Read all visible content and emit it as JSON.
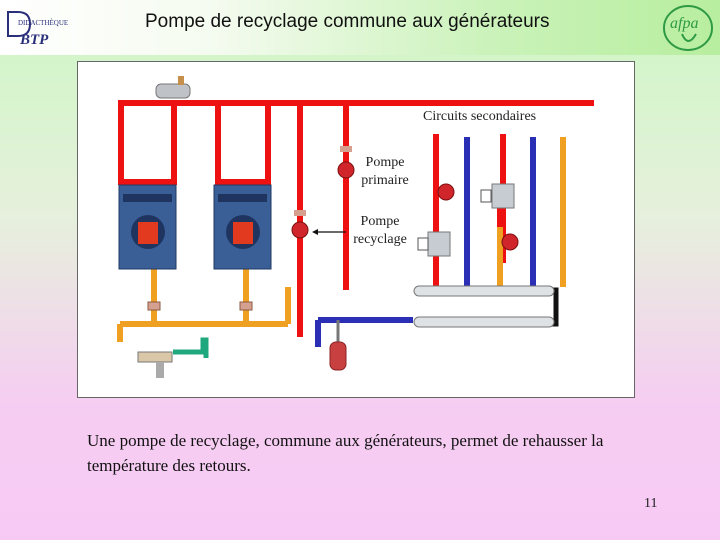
{
  "header": {
    "title": "Pompe de recyclage commune aux générateurs",
    "logo_left": {
      "line1": "DIDACTHÈQUE",
      "line2": "BTP"
    },
    "logo_right": {
      "text": "afpa"
    }
  },
  "diagram": {
    "label_secondary_circuits": "Circuits secondaires",
    "label_primary_pump": [
      "Pompe",
      "primaire"
    ],
    "label_recycling_pump": [
      "Pompe",
      "recyclage"
    ],
    "colors": {
      "hot": "#ee1111",
      "cold": "#2b2fb5",
      "return": "#f0a020",
      "filling": "#1fa77d",
      "boiler": "#3a5f96"
    }
  },
  "caption": "Une pompe de recyclage, commune aux générateurs, permet de rehausser la température des retours.",
  "page_number": "11"
}
